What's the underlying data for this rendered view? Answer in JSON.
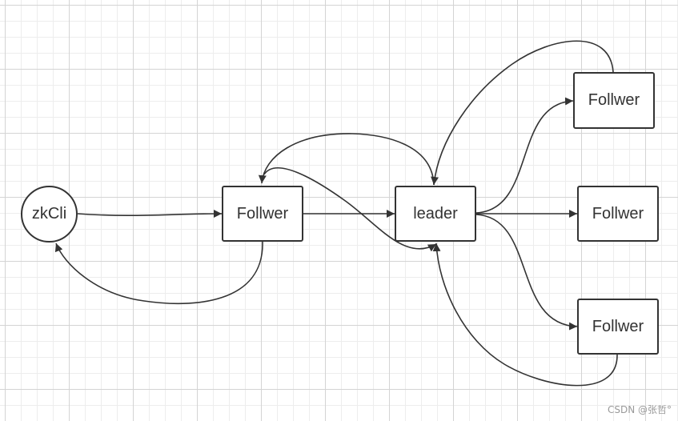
{
  "diagram": {
    "nodes": {
      "client": {
        "label": "zkCli",
        "shape": "circle"
      },
      "follower_mid": {
        "label": "Follwer",
        "shape": "rect"
      },
      "leader": {
        "label": "leader",
        "shape": "rect"
      },
      "follower_top": {
        "label": "Follwer",
        "shape": "rect"
      },
      "follower_right": {
        "label": "Follwer",
        "shape": "rect"
      },
      "follower_bottom": {
        "label": "Follwer",
        "shape": "rect"
      }
    },
    "edges": [
      {
        "from": "client",
        "to": "follower_mid"
      },
      {
        "from": "follower_mid",
        "to": "client"
      },
      {
        "from": "follower_mid",
        "to": "leader"
      },
      {
        "from": "leader",
        "to": "follower_mid"
      },
      {
        "from": "follower_mid",
        "to": "leader"
      },
      {
        "from": "leader",
        "to": "follower_top"
      },
      {
        "from": "leader",
        "to": "follower_right"
      },
      {
        "from": "leader",
        "to": "follower_bottom"
      },
      {
        "from": "follower_top",
        "to": "leader"
      },
      {
        "from": "follower_bottom",
        "to": "leader"
      }
    ],
    "colors": {
      "stroke": "#333333",
      "grid": "#d4d4d4"
    }
  },
  "watermark": "CSDN @张哲°"
}
